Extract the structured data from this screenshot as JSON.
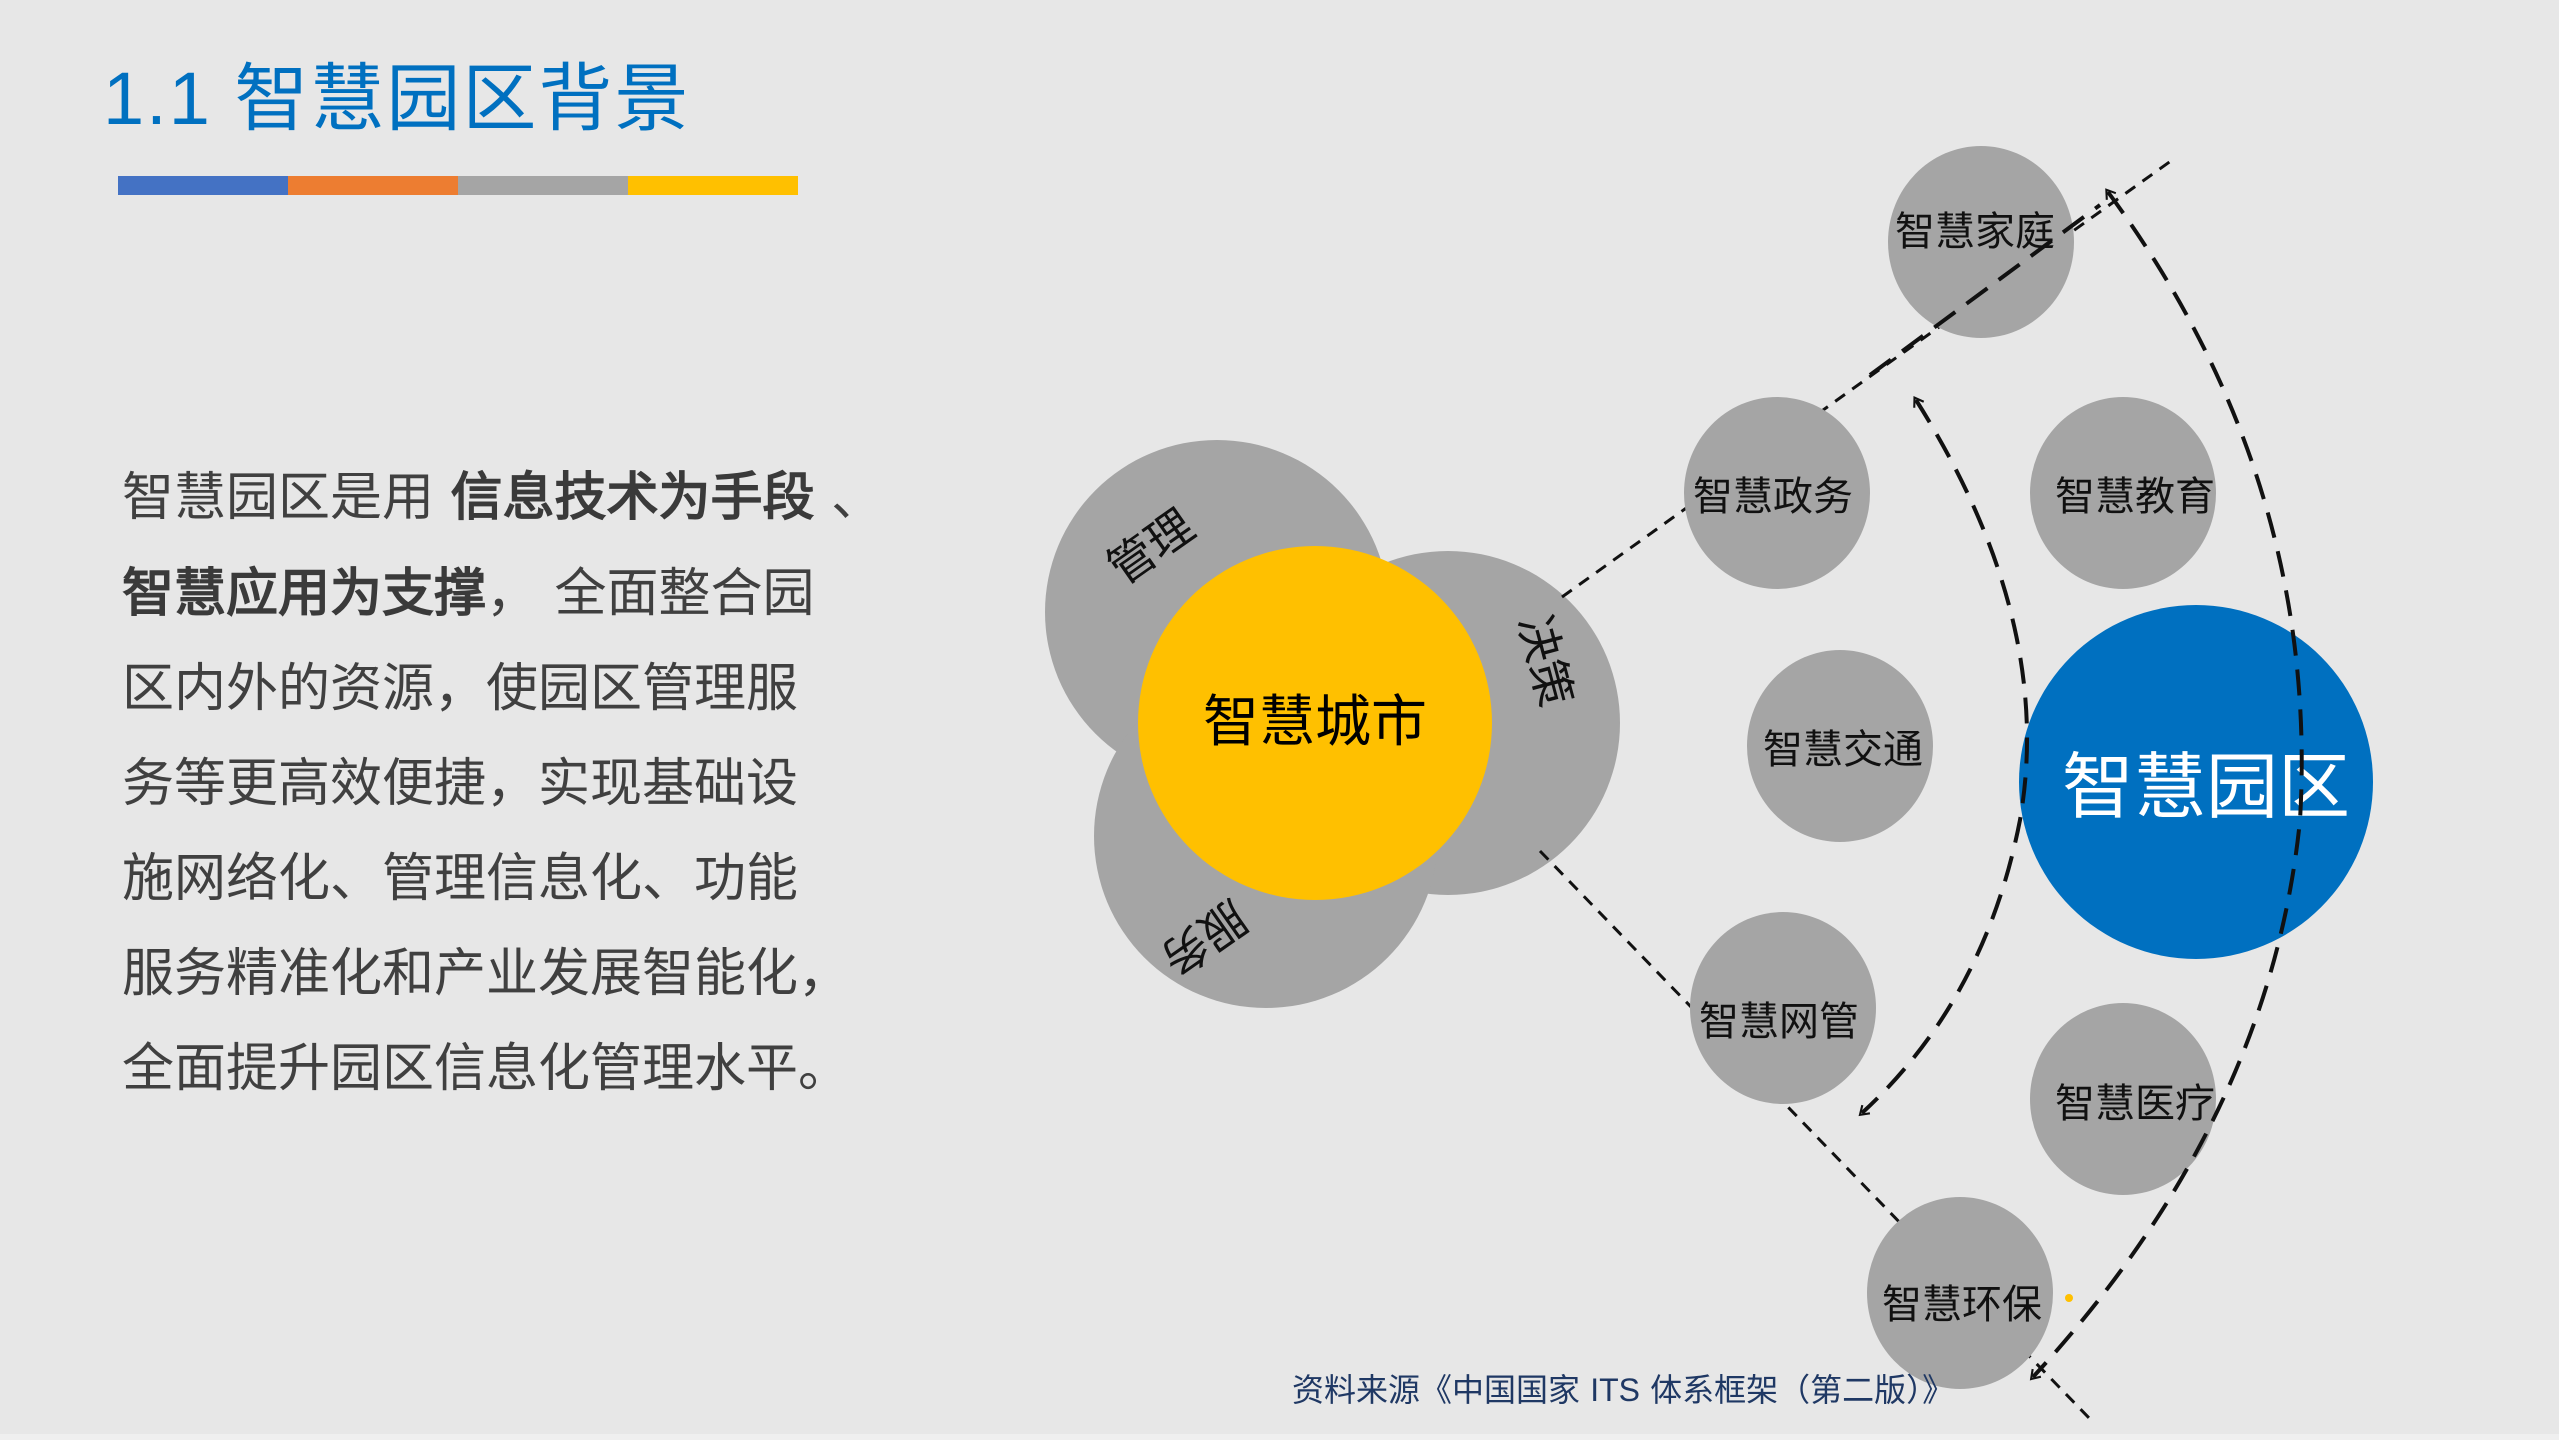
{
  "slide": {
    "title": "1.1 智慧园区背景",
    "title_color": "#0070C0",
    "accent_bars": [
      "#4472C4",
      "#ED7D31",
      "#A5A5A5",
      "#FFC000"
    ]
  },
  "paragraph": {
    "lines": [
      {
        "parts": [
          {
            "text": "智慧园区是用 ",
            "bold": false
          },
          {
            "text": "信息技术为手段",
            "bold": true
          },
          {
            "text": " 、",
            "bold": false
          }
        ]
      },
      {
        "parts": [
          {
            "text": "智慧应用为支撑",
            "bold": true
          },
          {
            "text": "，  全面整合园",
            "bold": false
          }
        ]
      },
      {
        "parts": [
          {
            "text": "区内外的资源，使园区管理服",
            "bold": false
          }
        ]
      },
      {
        "parts": [
          {
            "text": "务等更高效便捷，实现基础设",
            "bold": false
          }
        ]
      },
      {
        "parts": [
          {
            "text": "施网络化、管理信息化、功能",
            "bold": false
          }
        ]
      },
      {
        "parts": [
          {
            "text": "服务精准化和产业发展智能化，",
            "bold": false
          }
        ]
      },
      {
        "parts": [
          {
            "text": "全面提升园区信息化管理水平。",
            "bold": false
          }
        ]
      }
    ]
  },
  "diagram": {
    "city": {
      "label": "智慧城市",
      "color": "#FFC000"
    },
    "city_petals": [
      {
        "label": "管理"
      },
      {
        "label": "决策"
      },
      {
        "label": "服务"
      }
    ],
    "park": {
      "label": "智慧园区",
      "color": "#0070C0"
    },
    "domains": [
      {
        "label": "智慧家庭"
      },
      {
        "label": "智慧政务"
      },
      {
        "label": "智慧教育"
      },
      {
        "label": "智慧交通"
      },
      {
        "label": "智慧网管"
      },
      {
        "label": "智慧医疗"
      },
      {
        "label": "智慧环保"
      }
    ],
    "node_color": "#A5A5A5"
  },
  "source": {
    "prefix": "资料来源《中国国家 ",
    "its": "ITS",
    "suffix": " 体系框架（第二版）》"
  }
}
